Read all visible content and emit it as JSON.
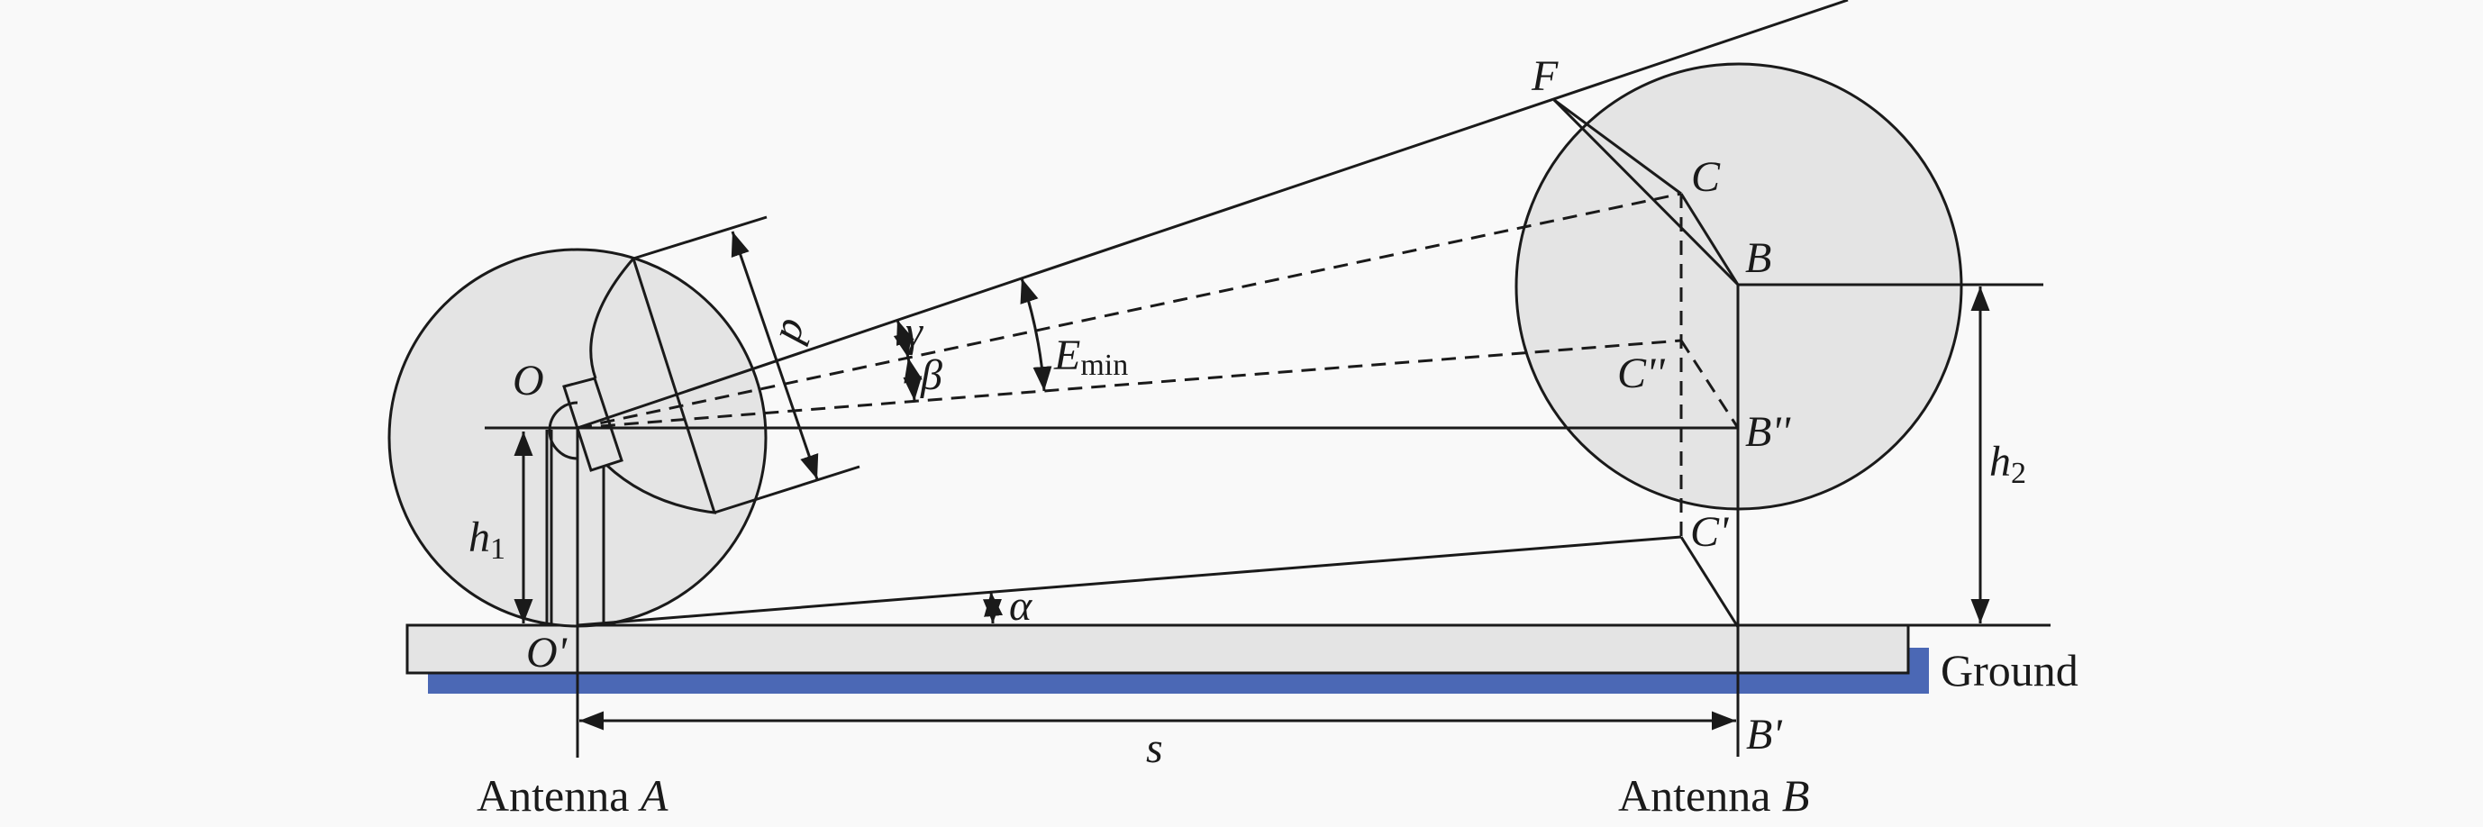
{
  "colors": {
    "fill": "#e4e4e4",
    "ground_fill": "#e4e4e4",
    "ground_shadow": "#4b68b5",
    "line": "#1a1a1a"
  },
  "labels": {
    "O": "O",
    "O_prime": "O'",
    "h": "h",
    "h1_sub": "1",
    "h2_sub": "2",
    "d": "d",
    "gamma": "γ",
    "beta": "β",
    "E": "E",
    "E_sub": "min",
    "alpha": "α",
    "F": "F",
    "C": "C",
    "B": "B",
    "C_dprime": "C''",
    "B_dprime": "B''",
    "C_prime": "C'",
    "B_prime": "B'",
    "s": "s",
    "ground": "Ground",
    "antenna_a_prefix": "Antenna ",
    "antenna_a_letter": "A",
    "antenna_b_prefix": "Antenna ",
    "antenna_b_letter": "B"
  }
}
